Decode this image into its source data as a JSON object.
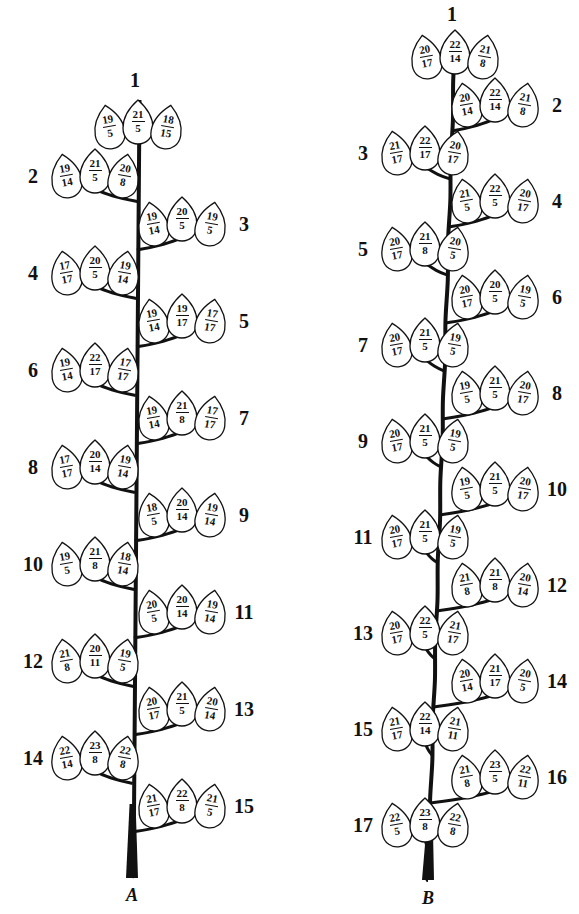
{
  "diagram": {
    "nodes": [
      {
        "text": [
          "19",
          "5"
        ]
      },
      {
        "text": [
          "21",
          "5"
        ]
      },
      {
        "text": [
          "18",
          "15"
        ]
      },
      {
        "text": [
          "19",
          "14"
        ]
      },
      {
        "text": [
          "21",
          "5"
        ]
      },
      {
        "text": [
          "20",
          "8"
        ]
      },
      {
        "text": [
          "19",
          "14"
        ]
      },
      {
        "text": [
          "20",
          "5"
        ]
      },
      {
        "text": [
          "19",
          "5"
        ]
      },
      {
        "text": [
          "17",
          "17"
        ]
      },
      {
        "text": [
          "20",
          "5"
        ]
      },
      {
        "text": [
          "19",
          "14"
        ]
      },
      {
        "text": [
          "19",
          "14"
        ]
      },
      {
        "text": [
          "19",
          "17"
        ]
      },
      {
        "text": [
          "17",
          "17"
        ]
      },
      {
        "text": [
          "19",
          "14"
        ]
      },
      {
        "text": [
          "22",
          "17"
        ]
      },
      {
        "text": [
          "17",
          "17"
        ]
      },
      {
        "text": [
          "19",
          "14"
        ]
      },
      {
        "text": [
          "21",
          "8"
        ]
      },
      {
        "text": [
          "17",
          "17"
        ]
      },
      {
        "text": [
          "17",
          "17"
        ]
      },
      {
        "text": [
          "20",
          "14"
        ]
      },
      {
        "text": [
          "19",
          "14"
        ]
      },
      {
        "text": [
          "18",
          "5"
        ]
      },
      {
        "text": [
          "20",
          "14"
        ]
      },
      {
        "text": [
          "19",
          "14"
        ]
      },
      {
        "text": [
          "19",
          "5"
        ]
      },
      {
        "text": [
          "21",
          "8"
        ]
      },
      {
        "text": [
          "18",
          "14"
        ]
      },
      {
        "text": [
          "20",
          "5"
        ]
      },
      {
        "text": [
          "20",
          "14"
        ]
      },
      {
        "text": [
          "19",
          "14"
        ]
      },
      {
        "text": [
          "21",
          "8"
        ]
      },
      {
        "text": [
          "20",
          "11"
        ]
      },
      {
        "text": [
          "19",
          "5"
        ]
      },
      {
        "text": [
          "20",
          "17"
        ]
      },
      {
        "text": [
          "21",
          "5"
        ]
      },
      {
        "text": [
          "20",
          "14"
        ]
      },
      {
        "text": [
          "22",
          "14"
        ]
      },
      {
        "text": [
          "23",
          "8"
        ]
      },
      {
        "text": [
          "22",
          "8"
        ]
      },
      {
        "text": [
          "21",
          "17"
        ]
      },
      {
        "text": [
          "22",
          "8"
        ]
      },
      {
        "text": [
          "21",
          "5"
        ]
      },
      {
        "text": [
          "20",
          "17"
        ]
      },
      {
        "text": [
          "22",
          "14"
        ]
      },
      {
        "text": [
          "21",
          "8"
        ]
      },
      {
        "text": [
          "20",
          "14"
        ]
      },
      {
        "text": [
          "22",
          "14"
        ]
      },
      {
        "text": [
          "21",
          "8"
        ]
      },
      {
        "text": [
          "21",
          "17"
        ]
      },
      {
        "text": [
          "22",
          "17"
        ]
      },
      {
        "text": [
          "20",
          "17"
        ]
      },
      {
        "text": [
          "21",
          "5"
        ]
      },
      {
        "text": [
          "22",
          "5"
        ]
      },
      {
        "text": [
          "20",
          "17"
        ]
      },
      {
        "text": [
          "20",
          "17"
        ]
      },
      {
        "text": [
          "21",
          "8"
        ]
      },
      {
        "text": [
          "20",
          "5"
        ]
      },
      {
        "text": [
          "20",
          "17"
        ]
      },
      {
        "text": [
          "20",
          "5"
        ]
      },
      {
        "text": [
          "19",
          "5"
        ]
      },
      {
        "text": [
          "20",
          "17"
        ]
      },
      {
        "text": [
          "21",
          "5"
        ]
      },
      {
        "text": [
          "19",
          "5"
        ]
      },
      {
        "text": [
          "19",
          "5"
        ]
      },
      {
        "text": [
          "21",
          "5"
        ]
      },
      {
        "text": [
          "20",
          "17"
        ]
      },
      {
        "text": [
          "20",
          "17"
        ]
      },
      {
        "text": [
          "21",
          "5"
        ]
      },
      {
        "text": [
          "19",
          "5"
        ]
      },
      {
        "text": [
          "19",
          "5"
        ]
      },
      {
        "text": [
          "21",
          "5"
        ]
      },
      {
        "text": [
          "20",
          "17"
        ]
      },
      {
        "text": [
          "20",
          "17"
        ]
      },
      {
        "text": [
          "21",
          "5"
        ]
      },
      {
        "text": [
          "19",
          "5"
        ]
      },
      {
        "text": [
          "21",
          "8"
        ]
      },
      {
        "text": [
          "21",
          "8"
        ]
      },
      {
        "text": [
          "20",
          "14"
        ]
      },
      {
        "text": [
          "20",
          "17"
        ]
      },
      {
        "text": [
          "22",
          "5"
        ]
      },
      {
        "text": [
          "21",
          "17"
        ]
      },
      {
        "text": [
          "20",
          "14"
        ]
      },
      {
        "text": [
          "21",
          "17"
        ]
      },
      {
        "text": [
          "20",
          "5"
        ]
      },
      {
        "text": [
          "21",
          "17"
        ]
      },
      {
        "text": [
          "22",
          "14"
        ]
      },
      {
        "text": [
          "21",
          "11"
        ]
      },
      {
        "text": [
          "21",
          "8"
        ]
      },
      {
        "text": [
          "23",
          "5"
        ]
      },
      {
        "text": [
          "22",
          "11"
        ]
      },
      {
        "text": [
          "22",
          "5"
        ]
      },
      {
        "text": [
          "23",
          "8"
        ]
      },
      {
        "text": [
          "22",
          "8"
        ]
      }
    ],
    "labels": [
      "1",
      "2",
      "3",
      "4",
      "5",
      "6",
      "7",
      "8",
      "9",
      "10",
      "11",
      "12",
      "13",
      "14",
      "15",
      "A",
      "1",
      "2",
      "3",
      "4",
      "5",
      "6",
      "7",
      "8",
      "9",
      "10",
      "11",
      "12",
      "13",
      "14",
      "15",
      "16",
      "17",
      "B"
    ]
  }
}
